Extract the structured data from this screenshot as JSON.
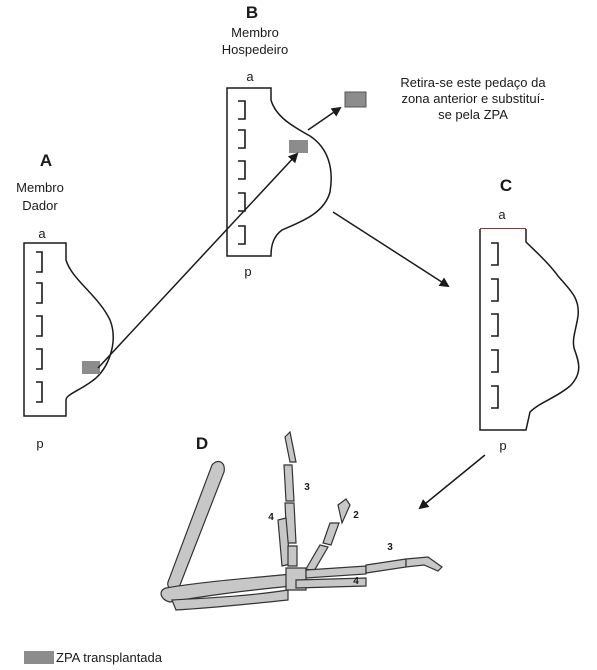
{
  "panels": {
    "A": {
      "letter": "A",
      "line1": "Membro",
      "line2": "Dador",
      "anterior": "a",
      "posterior": "p"
    },
    "B": {
      "letter": "B",
      "line1": "Membro",
      "line2": "Hospedeiro",
      "anterior": "a",
      "posterior": "p"
    },
    "C": {
      "letter": "C",
      "anterior": "a",
      "posterior": "p"
    },
    "D": {
      "letter": "D",
      "digits": [
        "3",
        "4",
        "2",
        "3",
        "4"
      ]
    }
  },
  "note": {
    "line1": "Retira-se este pedaço da",
    "line2": "zona anterior e substituí-",
    "line3": "se pela ZPA"
  },
  "legend": {
    "label": "ZPA transplantada"
  },
  "colors": {
    "zpa": "#8c8c8c",
    "bone": "#c7c7c7",
    "outline": "#1a1a1a",
    "c_top": "#8b1a1a"
  }
}
